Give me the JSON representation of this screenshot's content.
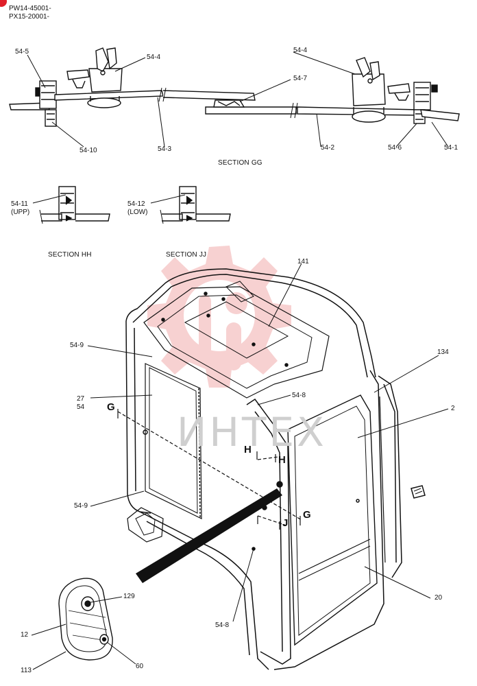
{
  "header": {
    "line1": "PW14-45001-",
    "line2": "PX15-20001-"
  },
  "watermark": "ИНТЕХ",
  "sections": {
    "gg": "SECTION GG",
    "hh": "SECTION HH",
    "jj": "SECTION JJ"
  },
  "callouts": {
    "c54_5": "54-5",
    "c54_4a": "54-4",
    "c54_4b": "54-4",
    "c54_7": "54-7",
    "c54_10": "54-10",
    "c54_3": "54-3",
    "c54_2": "54-2",
    "c54_6": "54-6",
    "c54_1": "54-1",
    "c54_11": "54-11",
    "upp": "(UPP)",
    "c54_12": "54-12",
    "low": "(LOW)",
    "c141": "141",
    "c54_9a": "54-9",
    "c134": "134",
    "c27": "27",
    "c54": "54",
    "c54_8a": "54-8",
    "c2": "2",
    "c54_9b": "54-9",
    "c20": "20",
    "c129": "129",
    "c12": "12",
    "c54_8b": "54-8",
    "c113": "113",
    "c60": "60"
  },
  "section_marks": {
    "g1": "G",
    "g2": "G",
    "h1": "H",
    "h2": "H",
    "j1": "J",
    "j2": "J"
  },
  "colors": {
    "watermark": "#f4c2c2",
    "ink": "#111111",
    "badge": "#e0202a"
  }
}
